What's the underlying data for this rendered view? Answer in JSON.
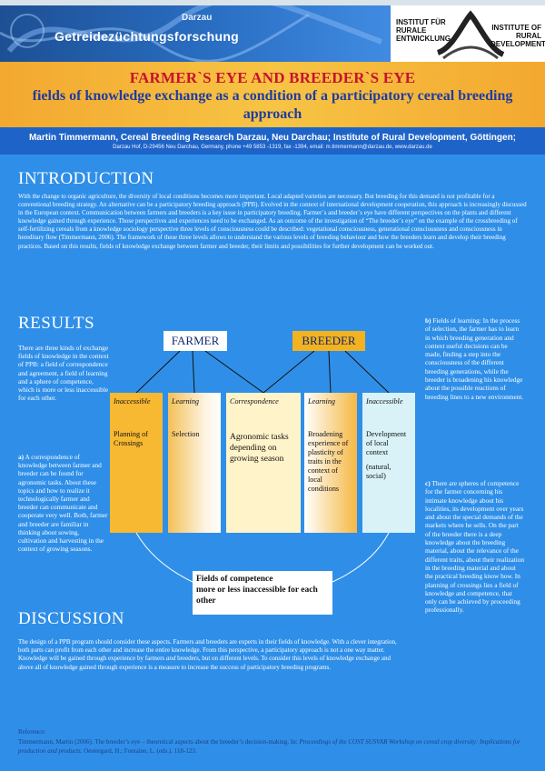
{
  "header": {
    "org": "Darzau",
    "org_sub": "Getreidezüchtungsforschung",
    "logo_left": [
      "INSTITUT FÜR",
      "RURALE",
      "ENTWICKLUNG"
    ],
    "logo_right": [
      "INSTITUTE OF",
      "RURAL",
      "DEVELOPMENT"
    ]
  },
  "title": {
    "main": "FARMER`S EYE AND BREEDER`S EYE",
    "sub": "fields of knowledge exchange as a condition of a participatory cereal breeding approach"
  },
  "authors": {
    "line1": "Martin Timmermann, Cereal Breeding Research Darzau, Neu Darchau; Institute of Rural Development, Göttingen;",
    "line2": "Darzau Hof, D-29456 Neu Darchau, Germany, phone +49 5853 -1319, fax -1394, email: m.timmermann@darzau.de, www.darzau.de"
  },
  "introduction": {
    "heading": "INTRODUCTION",
    "text": "With the change to organic agriculture, the diversity of local conditions becomes more important. Local adapted varieties are necessary. But breeding for this demand is not profitable for a conventional breeding strategy. An alternative can be a participatory breeding approach (PPB). Evolved in the context of international development cooperation, this approach is increasingly discussed in the European context. Communication between farmers and breeders is a key issue in participatory breeding. Farmer`s and breeder`s eye have different perspectives on the plants and different knowledge gained through experience. Those perspectives and experiences need to be exchanged. As an outcome of the investigation of “The breeder`s eye” on the example of the crossbreeding of self-fertilizing cereals from a knowledge sociology perspective three levels of consciousness could be described: vegetational consciousness, generational consciousness and consciousness in hereditary flow (Timmermann, 2006). The framework of these three levels allows to understand the various levels of breeding behaviour and how the breeders learn and develop their breeding practices. Based on this results, fields of knowledge exchange between farmer and breeder, their limits and possibilities for further development can be worked out."
  },
  "results": {
    "heading": "RESULTS",
    "intro": "There are three kinds of exchange fields of knowledge in the context of PPB: a field of correspondence and agreement, a field of learning and a sphere of competence, which is more or less inaccessible for each other.",
    "a_label": "a)",
    "a_text": " A correspondence of knowledge between farmer and breeder can be found for agronomic tasks. About these topics and how to realize it technologically farmer and breeder can communicate and cooperate very well. Both, farmer and breeder are familiar in thinking about sowing, cultivation and harvesting in the context of growing seasons.",
    "b_label": "b)",
    "b_text": " Fields of learning: In the process of selection, the farmer has to learn in which breeding generation and context useful decisions can be made, finding a step into the consciousness of the different breeding generations, while the breeder is broadening his knowledge about the possible reactions of breeding lines to a new environment.",
    "c_label": "c)",
    "c_text": " There are spheres of competence for the farmer concerning his intimate knowledge about his localities, its development over years and about the special demands of the markets where he sells. On the part of the breeder there is a deep knowledge about the breeding material, about the relevance of the different traits, about their realization in the breeding material and about the practical breeding know how. In planning of crossings lies a field of knowledge and competence, that only can be achieved by proceeding professionally."
  },
  "diagram": {
    "farmer": "FARMER",
    "breeder": "BREEDER",
    "columns": [
      {
        "head": "Inaccessible",
        "body": "Planning of Crossings"
      },
      {
        "head": "Learning",
        "body": "Selection"
      },
      {
        "head": "Correspondence",
        "body": "Agronomic tasks depending on growing season"
      },
      {
        "head": "Learning",
        "body": "Broadening experience of plasticity of traits in the context of local conditions"
      },
      {
        "head": "Inaccessible",
        "body": "Development of local context",
        "body2": "(natural, social)"
      }
    ],
    "fields_line1": "Fields of competence",
    "fields_line2": "more or less inaccessible for each other"
  },
  "discussion": {
    "heading": "DISCUSSION",
    "text_a": "The design of a PPB program should consider these aspects. Farmers and breeders are experts in their fields of knowledge. With a clever integration, both parts can profit from each other and increase the entire knowledge. From this perspective, a participatory approach is not a one way matter. Knowledge will be gained through experience by farmers ",
    "text_and": "and",
    "text_b": " breeders, but on different levels. To consider this levels of knowledge exchange and above all of knowledge gained through experience is a measure to increase the success of participatory breeding programs."
  },
  "reference": {
    "label": "Reference:",
    "text_a": "Timmermann, Martin (2006). The breeder’s eye – theoretical aspects about the breeder’s decision-making. In: ",
    "text_italic": "Proceedings of the COST SUSVAR Workshop on cereal crop diversity: Implications for production and products",
    "text_b": ". Oestergard, H.; Fontaine, L. (eds.). 118-123."
  }
}
